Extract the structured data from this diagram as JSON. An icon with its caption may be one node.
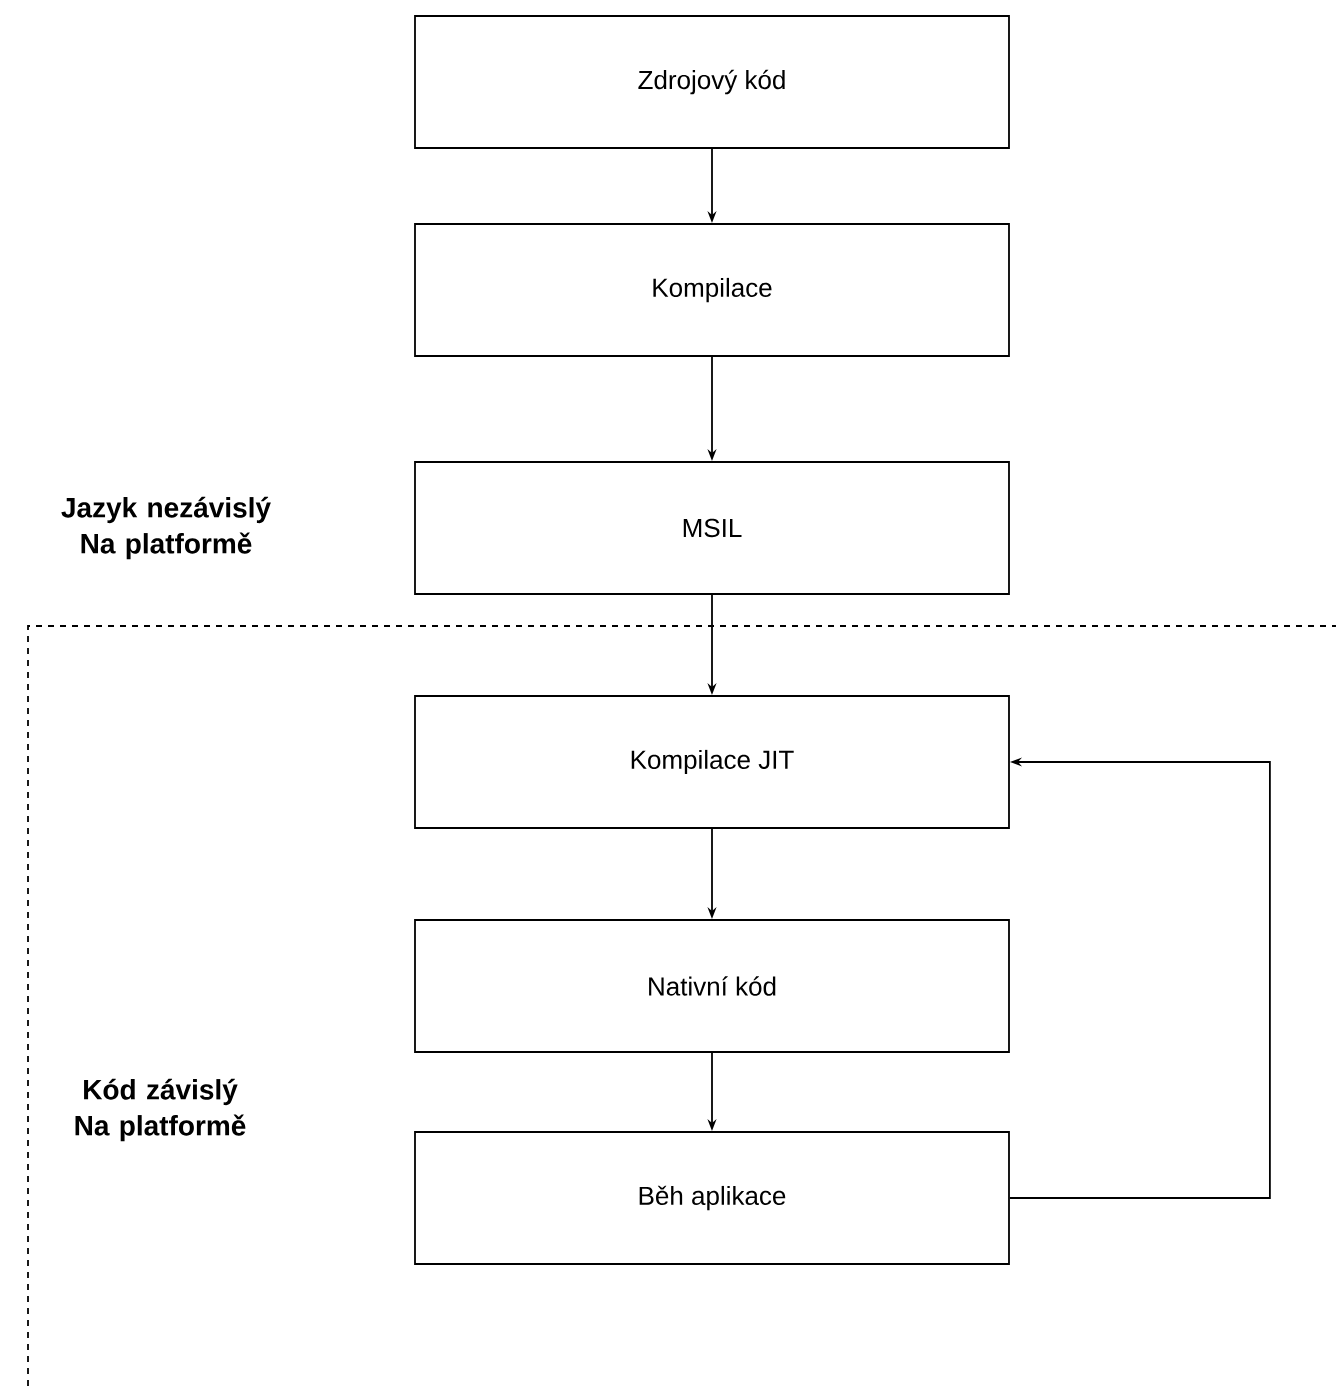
{
  "diagram": {
    "nodes": [
      {
        "text": [
          "Zdrojový kód"
        ]
      },
      {
        "text": [
          "Kompilace"
        ]
      },
      {
        "text": [
          "MSIL"
        ]
      },
      {
        "text": [
          "Kompilace JIT"
        ]
      },
      {
        "text": [
          "Nativní kód"
        ]
      },
      {
        "text": [
          "Běh aplikace"
        ]
      }
    ],
    "edges": [
      {
        "from": 0,
        "to": 1,
        "arrow": "to"
      },
      {
        "from": 1,
        "to": 2,
        "arrow": "to"
      },
      {
        "from": 2,
        "to": 3,
        "arrow": "to"
      },
      {
        "from": 3,
        "to": 4,
        "arrow": "to"
      },
      {
        "from": 4,
        "to": 5,
        "arrow": "to"
      },
      {
        "from": 5,
        "to": 3,
        "arrow": "to"
      }
    ],
    "labels": [
      "Jazyk nezávislý Na platformě",
      "Kód závislý Na platformě"
    ]
  }
}
